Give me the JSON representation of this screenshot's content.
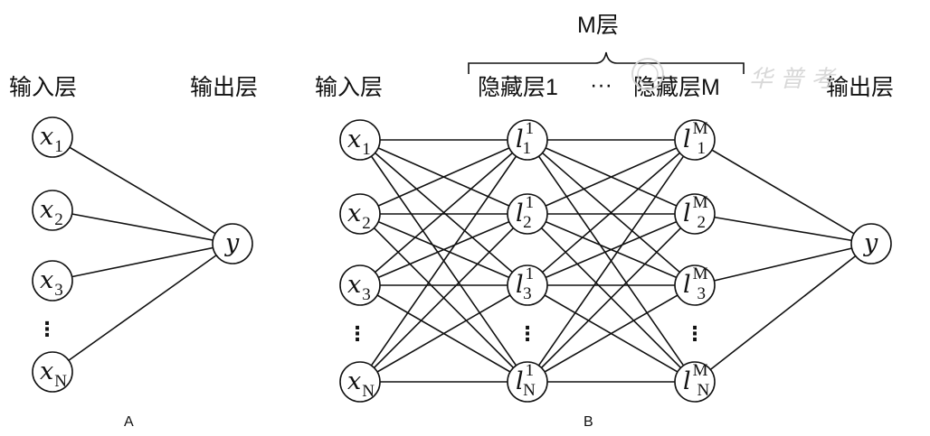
{
  "panel_a": {
    "input_label": "输入层",
    "output_label": "输出层",
    "caption": "A",
    "inputs": [
      {
        "var": "x",
        "sub": "1"
      },
      {
        "var": "x",
        "sub": "2"
      },
      {
        "var": "x",
        "sub": "3"
      },
      {
        "var": "x",
        "sub": "N"
      }
    ],
    "output": {
      "var": "y"
    },
    "ellipsis": "⋮"
  },
  "panel_b": {
    "group_label": "M层",
    "input_label": "输入层",
    "hidden_first_label": "隐藏层1",
    "hidden_ellipsis": "···",
    "hidden_last_label": "隐藏层M",
    "output_label": "输出层",
    "caption": "B",
    "inputs": [
      {
        "var": "x",
        "sub": "1"
      },
      {
        "var": "x",
        "sub": "2"
      },
      {
        "var": "x",
        "sub": "3"
      },
      {
        "var": "x",
        "sub": "N"
      }
    ],
    "hidden_first": [
      {
        "var": "l",
        "sup": "1",
        "sub": "1"
      },
      {
        "var": "l",
        "sup": "1",
        "sub": "2"
      },
      {
        "var": "l",
        "sup": "1",
        "sub": "3"
      },
      {
        "var": "l",
        "sup": "1",
        "sub": "N"
      }
    ],
    "hidden_last": [
      {
        "var": "l",
        "sup": "M",
        "sub": "1"
      },
      {
        "var": "l",
        "sup": "M",
        "sub": "2"
      },
      {
        "var": "l",
        "sup": "M",
        "sub": "3"
      },
      {
        "var": "l",
        "sup": "M",
        "sub": "N"
      }
    ],
    "output": {
      "var": "y"
    },
    "ellipsis": "⋮"
  },
  "watermark": "华 普 考"
}
